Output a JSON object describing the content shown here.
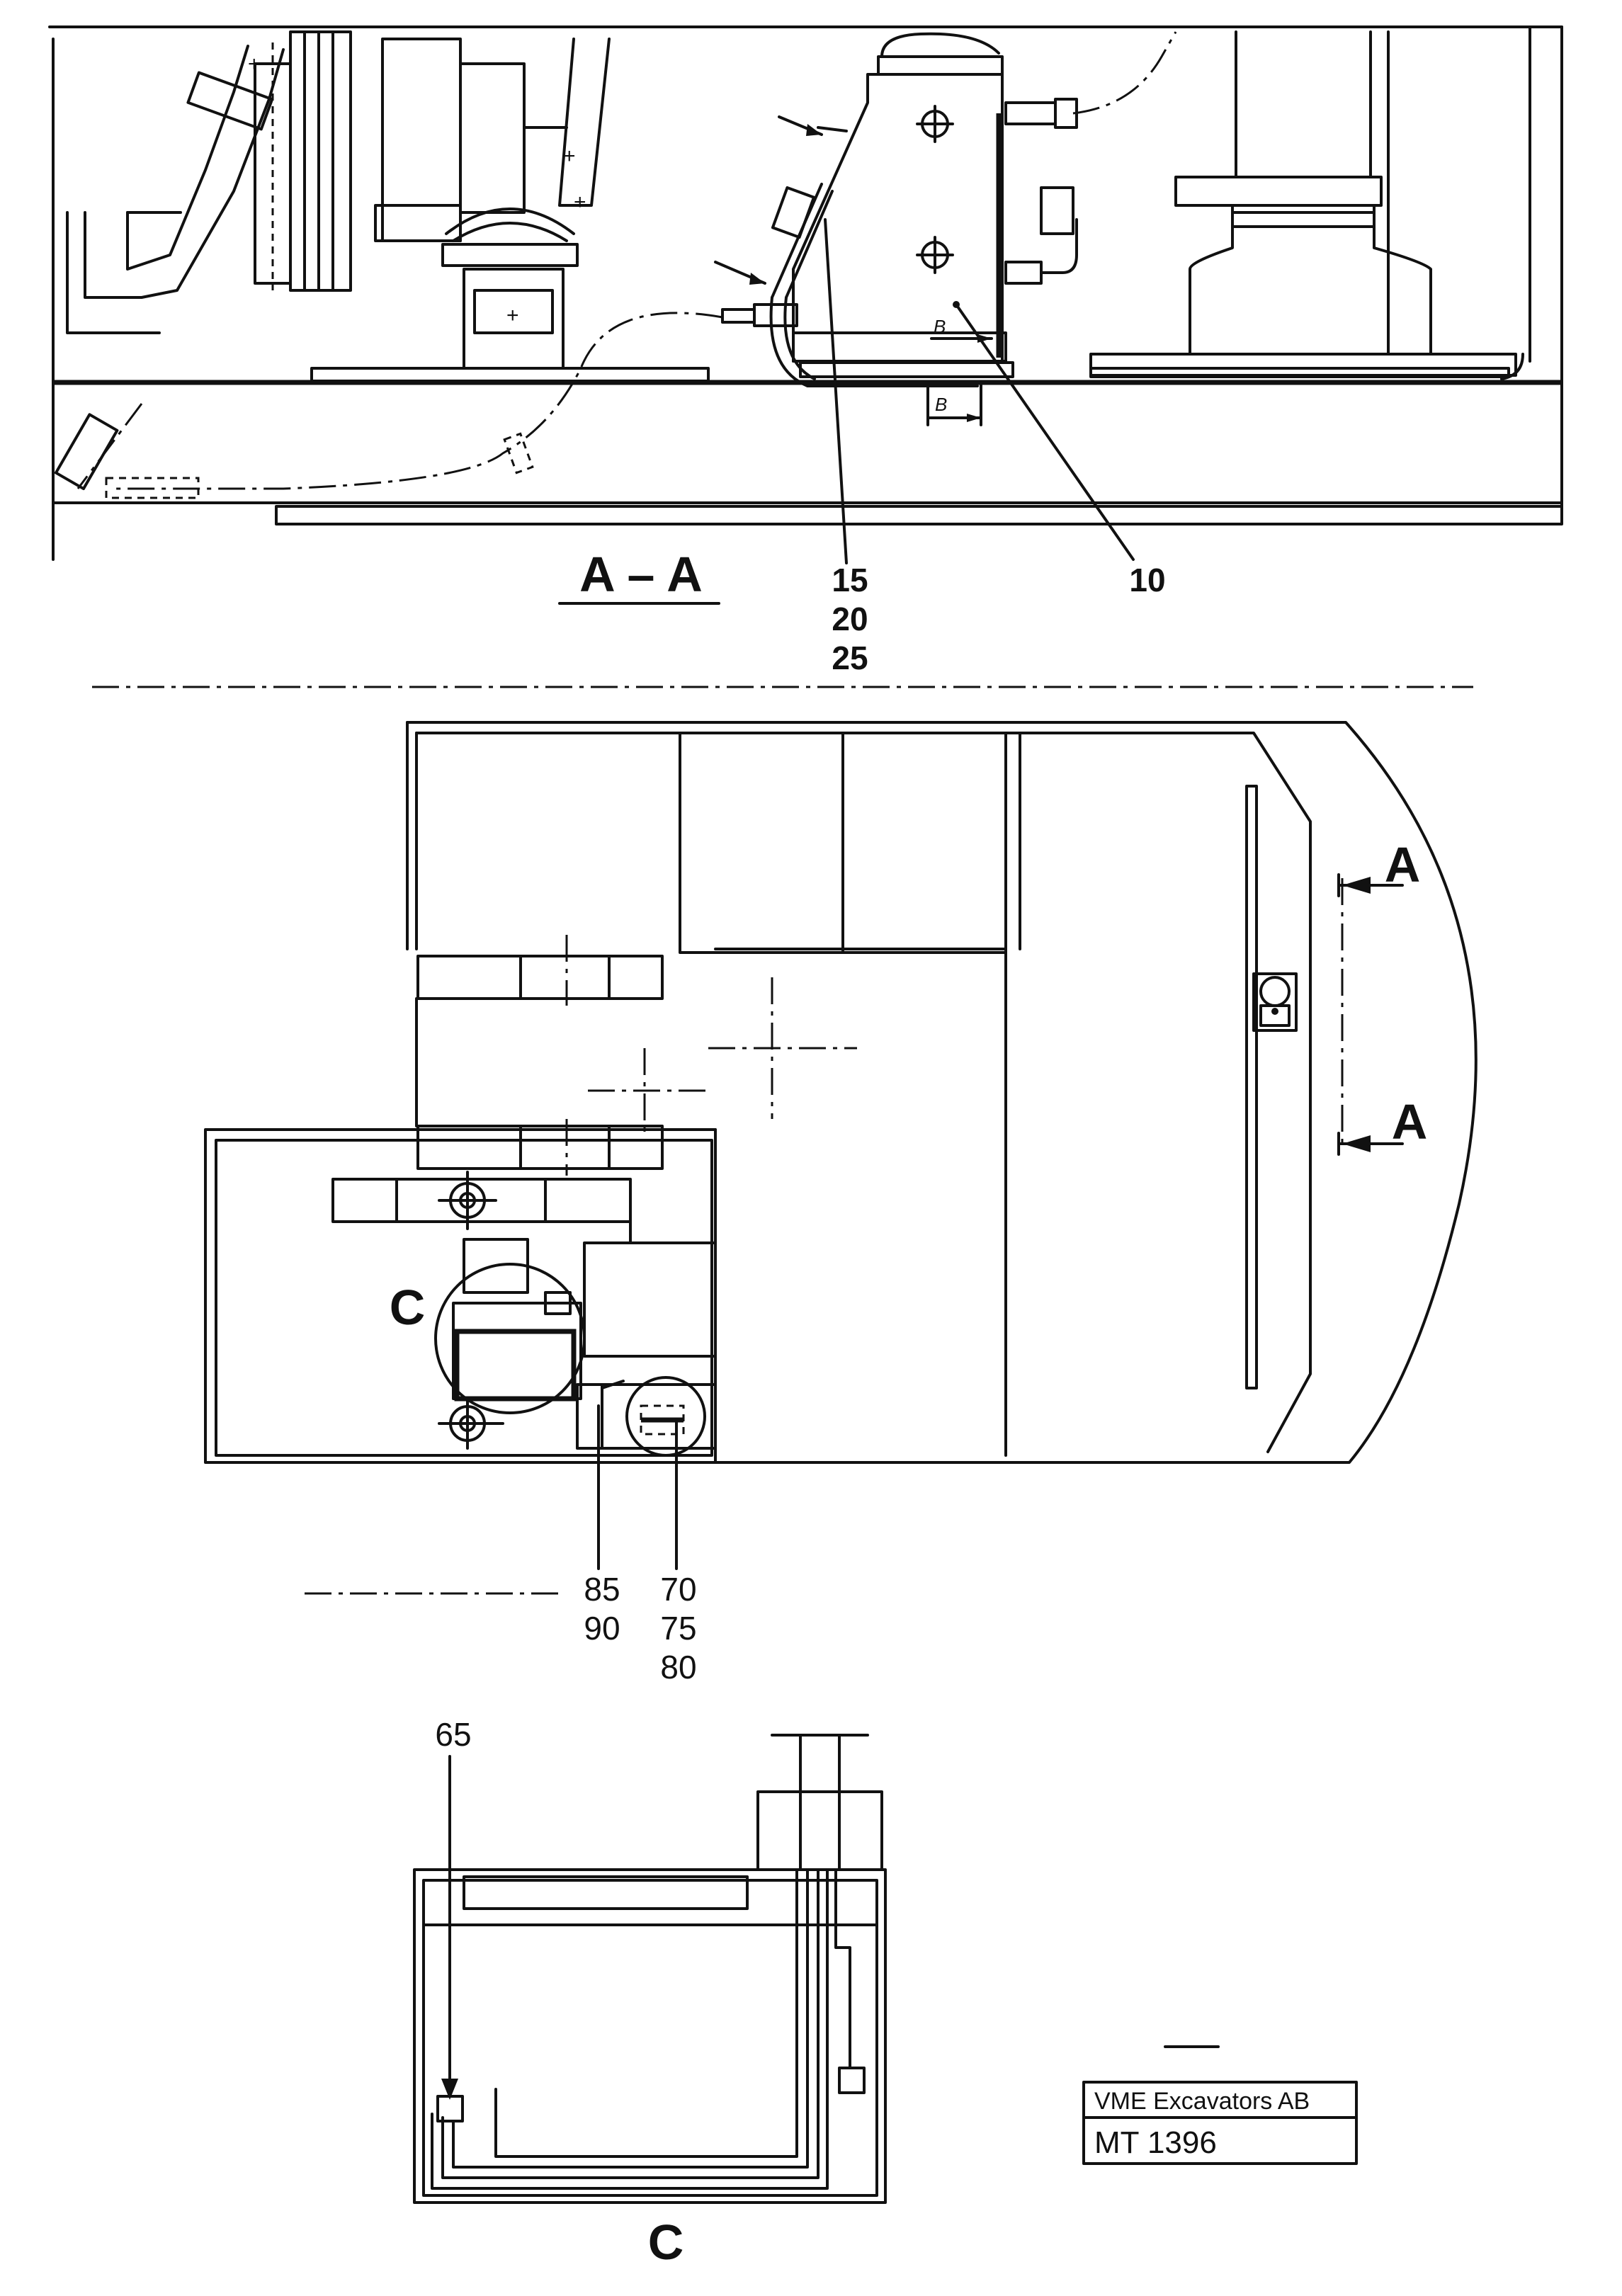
{
  "section_aa": {
    "title": "A – A",
    "label_b_upper": "B",
    "label_b_lower": "B",
    "ref_15": "15",
    "ref_20": "20",
    "ref_25": "25",
    "ref_10": "10"
  },
  "plan_view": {
    "cut_arrow_upper": "A",
    "cut_arrow_lower": "A",
    "detail_c_label": "C",
    "ref_85": "85",
    "ref_90": "90",
    "ref_70": "70",
    "ref_75": "75",
    "ref_80": "80"
  },
  "detail_c": {
    "ref_65": "65",
    "title": "C"
  },
  "title_block": {
    "company": "VME Excavators AB",
    "drawing_number": "MT 1396"
  }
}
